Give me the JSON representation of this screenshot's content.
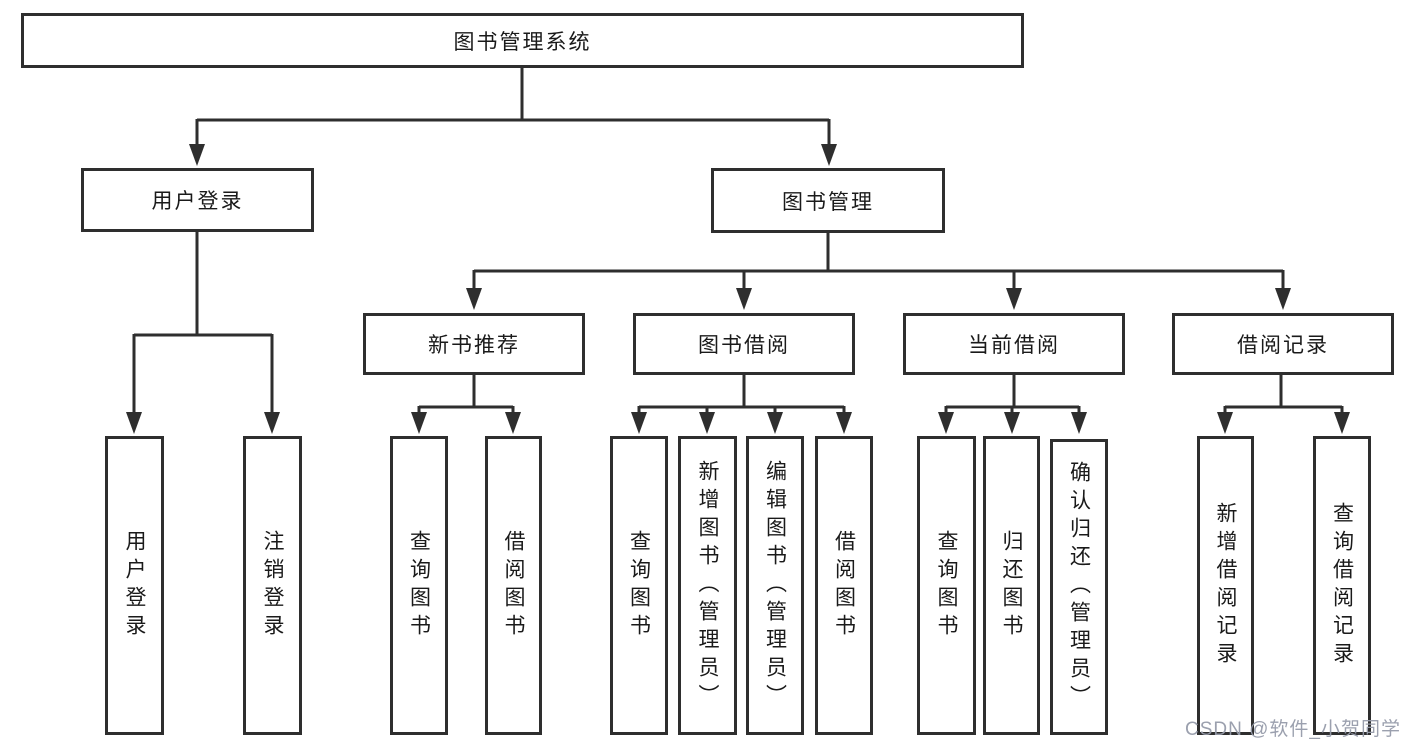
{
  "nodes": {
    "root": "图书管理系统",
    "user_login": "用户登录",
    "book_management": "图书管理",
    "new_book_recommend": "新书推荐",
    "book_borrow": "图书借阅",
    "current_borrow": "当前借阅",
    "borrow_record": "借阅记录"
  },
  "leaves": {
    "user_login": [
      "用户登录",
      "注销登录"
    ],
    "new_book_recommend": [
      "查询图书",
      "借阅图书"
    ],
    "book_borrow": [
      "查询图书",
      "新增图书（管理员）",
      "编辑图书（管理员）",
      "借阅图书"
    ],
    "current_borrow": [
      "查询图书",
      "归还图书",
      "确认归还（管理员）"
    ],
    "borrow_record": [
      "新增借阅记录",
      "查询借阅记录"
    ]
  },
  "watermark": "CSDN @软件_小贺同学",
  "colors": {
    "line": "#2e2e2e",
    "text": "#1a1a1a",
    "watermark": "#969bAA",
    "background": "#ffffff"
  }
}
